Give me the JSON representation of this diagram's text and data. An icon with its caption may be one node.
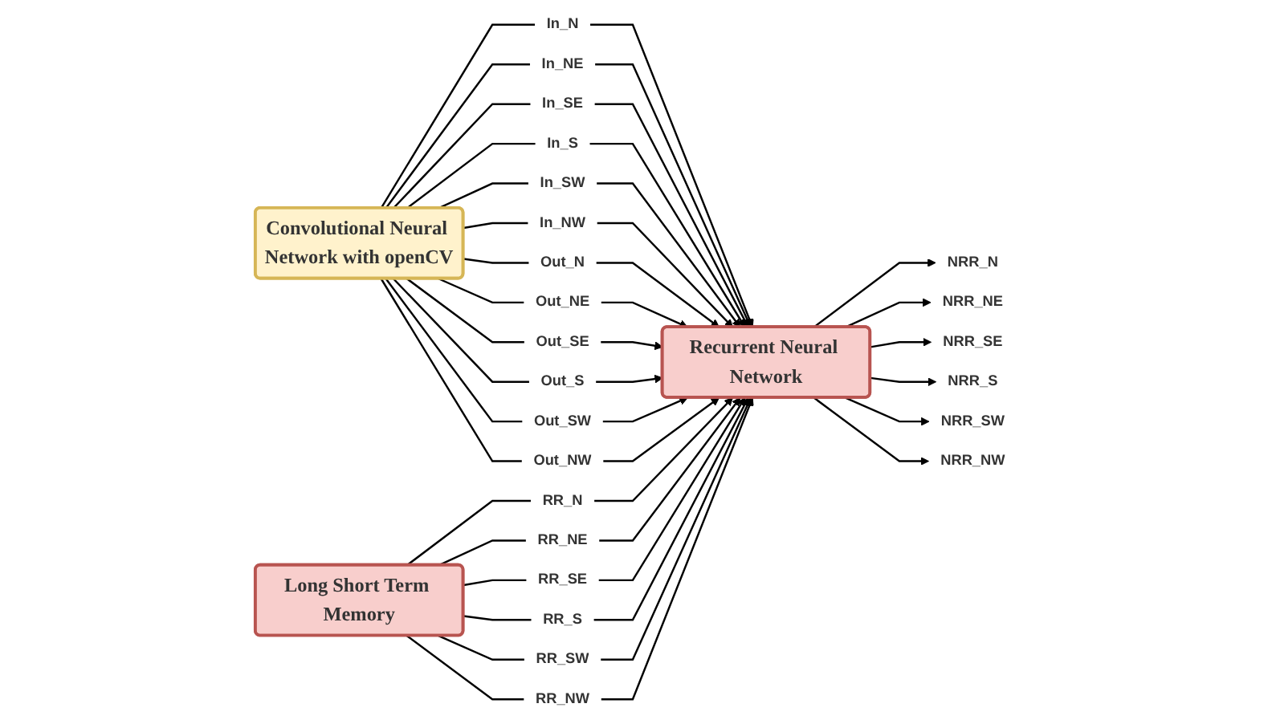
{
  "diagram": {
    "nodes": [
      {
        "text": [
          "Convolutional Neural Network with openCV"
        ]
      },
      {
        "text": [
          "In_N"
        ]
      },
      {
        "text": [
          "In_NE"
        ]
      },
      {
        "text": [
          "In_SE"
        ]
      },
      {
        "text": [
          "In_S"
        ]
      },
      {
        "text": [
          "In_SW"
        ]
      },
      {
        "text": [
          "In_NW"
        ]
      },
      {
        "text": [
          "Out_N"
        ]
      },
      {
        "text": [
          "Out_NE"
        ]
      },
      {
        "text": [
          "Out_SE"
        ]
      },
      {
        "text": [
          "Out_S"
        ]
      },
      {
        "text": [
          "Out_SW"
        ]
      },
      {
        "text": [
          "Out_NW"
        ]
      },
      {
        "text": [
          "Long Short Term Memory"
        ]
      },
      {
        "text": [
          "RR_N"
        ]
      },
      {
        "text": [
          "RR_NE"
        ]
      },
      {
        "text": [
          "RR_SE"
        ]
      },
      {
        "text": [
          "RR_S"
        ]
      },
      {
        "text": [
          "RR_SW"
        ]
      },
      {
        "text": [
          "RR_NW"
        ]
      },
      {
        "text": [
          "Recurrent Neural Network"
        ]
      },
      {
        "text": [
          "NRR_N"
        ]
      },
      {
        "text": [
          "NRR_NE"
        ]
      },
      {
        "text": [
          "NRR_SE"
        ]
      },
      {
        "text": [
          "NRR_S"
        ]
      },
      {
        "text": [
          "NRR_SW"
        ]
      },
      {
        "text": [
          "NRR_NW"
        ]
      }
    ],
    "edges": [
      {
        "from": 0,
        "to": 1,
        "arrow": "none"
      },
      {
        "from": 0,
        "to": 2,
        "arrow": "none"
      },
      {
        "from": 0,
        "to": 3,
        "arrow": "none"
      },
      {
        "from": 0,
        "to": 4,
        "arrow": "none"
      },
      {
        "from": 0,
        "to": 5,
        "arrow": "none"
      },
      {
        "from": 0,
        "to": 6,
        "arrow": "none"
      },
      {
        "from": 0,
        "to": 7,
        "arrow": "none"
      },
      {
        "from": 0,
        "to": 8,
        "arrow": "none"
      },
      {
        "from": 0,
        "to": 9,
        "arrow": "none"
      },
      {
        "from": 0,
        "to": 10,
        "arrow": "none"
      },
      {
        "from": 0,
        "to": 11,
        "arrow": "none"
      },
      {
        "from": 0,
        "to": 12,
        "arrow": "none"
      },
      {
        "from": 13,
        "to": 14,
        "arrow": "none"
      },
      {
        "from": 13,
        "to": 15,
        "arrow": "none"
      },
      {
        "from": 13,
        "to": 16,
        "arrow": "none"
      },
      {
        "from": 13,
        "to": 17,
        "arrow": "none"
      },
      {
        "from": 13,
        "to": 18,
        "arrow": "none"
      },
      {
        "from": 13,
        "to": 19,
        "arrow": "none"
      },
      {
        "from": 1,
        "to": 20,
        "arrow": "to"
      },
      {
        "from": 2,
        "to": 20,
        "arrow": "to"
      },
      {
        "from": 3,
        "to": 20,
        "arrow": "to"
      },
      {
        "from": 4,
        "to": 20,
        "arrow": "to"
      },
      {
        "from": 5,
        "to": 20,
        "arrow": "to"
      },
      {
        "from": 6,
        "to": 20,
        "arrow": "to"
      },
      {
        "from": 7,
        "to": 20,
        "arrow": "to"
      },
      {
        "from": 8,
        "to": 20,
        "arrow": "to"
      },
      {
        "from": 9,
        "to": 20,
        "arrow": "to"
      },
      {
        "from": 10,
        "to": 20,
        "arrow": "to"
      },
      {
        "from": 11,
        "to": 20,
        "arrow": "to"
      },
      {
        "from": 12,
        "to": 20,
        "arrow": "to"
      },
      {
        "from": 14,
        "to": 20,
        "arrow": "to"
      },
      {
        "from": 15,
        "to": 20,
        "arrow": "to"
      },
      {
        "from": 16,
        "to": 20,
        "arrow": "to"
      },
      {
        "from": 17,
        "to": 20,
        "arrow": "to"
      },
      {
        "from": 18,
        "to": 20,
        "arrow": "to"
      },
      {
        "from": 19,
        "to": 20,
        "arrow": "to"
      },
      {
        "from": 20,
        "to": 21,
        "arrow": "to"
      },
      {
        "from": 20,
        "to": 22,
        "arrow": "to"
      },
      {
        "from": 20,
        "to": 23,
        "arrow": "to"
      },
      {
        "from": 20,
        "to": 24,
        "arrow": "to"
      },
      {
        "from": 20,
        "to": 25,
        "arrow": "to"
      },
      {
        "from": 20,
        "to": 26,
        "arrow": "to"
      }
    ]
  }
}
